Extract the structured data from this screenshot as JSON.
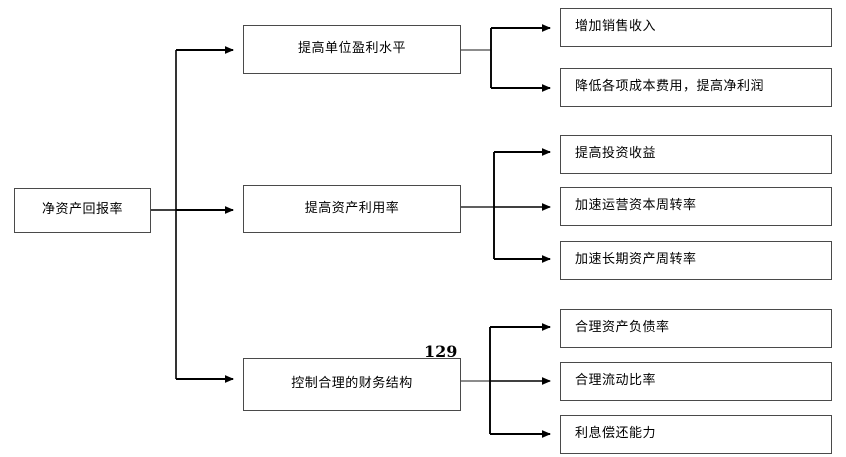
{
  "diagram": {
    "type": "tree-flowchart",
    "orientation": "left-to-right",
    "page_number": "129",
    "root": {
      "label": "净资产回报率"
    },
    "level2": [
      {
        "label": "提高单位盈利水平"
      },
      {
        "label": "提高资产利用率"
      },
      {
        "label": "控制合理的财务结构"
      }
    ],
    "level3": {
      "group1": [
        {
          "label": "增加销售收入"
        },
        {
          "label": "降低各项成本费用，提高净利润"
        }
      ],
      "group2": [
        {
          "label": "提高投资收益"
        },
        {
          "label": "加速运营资本周转率"
        },
        {
          "label": "加速长期资产周转率"
        }
      ],
      "group3": [
        {
          "label": "合理资产负债率"
        },
        {
          "label": "合理流动比率"
        },
        {
          "label": "利息偿还能力"
        }
      ]
    },
    "colors": {
      "background": "#ffffff",
      "box_border": "#4a4a4a",
      "box_fill": "#ffffff",
      "text": "#000000",
      "connector": "#000000"
    }
  }
}
